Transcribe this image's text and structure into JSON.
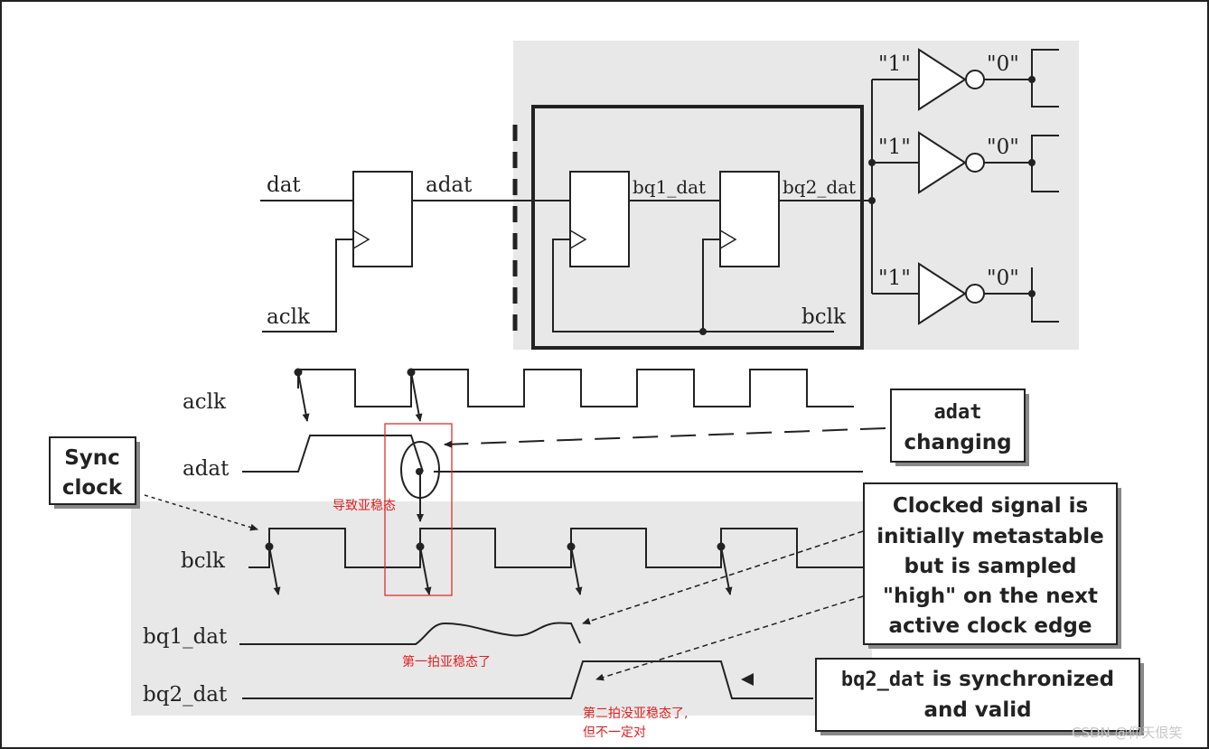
{
  "labels": {
    "dat": "dat",
    "adat": "adat",
    "aclk": "aclk",
    "bq1_dat": "bq1_dat",
    "bq2_dat": "bq2_dat",
    "bclk": "bclk",
    "one": "\"1\"",
    "zero": "\"0\""
  },
  "waves": {
    "aclk": "aclk",
    "adat": "adat",
    "bclk": "bclk",
    "bq1_dat": "bq1_dat",
    "bq2_dat": "bq2_dat"
  },
  "callouts": {
    "sync_clock": [
      "Sync",
      "clock"
    ],
    "adat_changing": [
      "adat",
      "changing"
    ],
    "clocked_signal": [
      "Clocked signal is",
      "initially metastable",
      "but is sampled",
      "\"high\" on the next",
      "active clock edge"
    ],
    "bq2_sync": {
      "mono": "bq2_dat",
      "rest": " is synchronized",
      "line2": "and valid"
    }
  },
  "notes": {
    "metastable": "导致亚稳态",
    "first_beat": "第一拍亚稳态了",
    "second_beat_1": "第二拍没亚稳态了,",
    "second_beat_2": "但不一定对"
  },
  "watermark": "CSDN @仰天佷笑",
  "colors": {
    "panel": "#e8e8e8",
    "line": "#222222",
    "note": "#e02020"
  }
}
